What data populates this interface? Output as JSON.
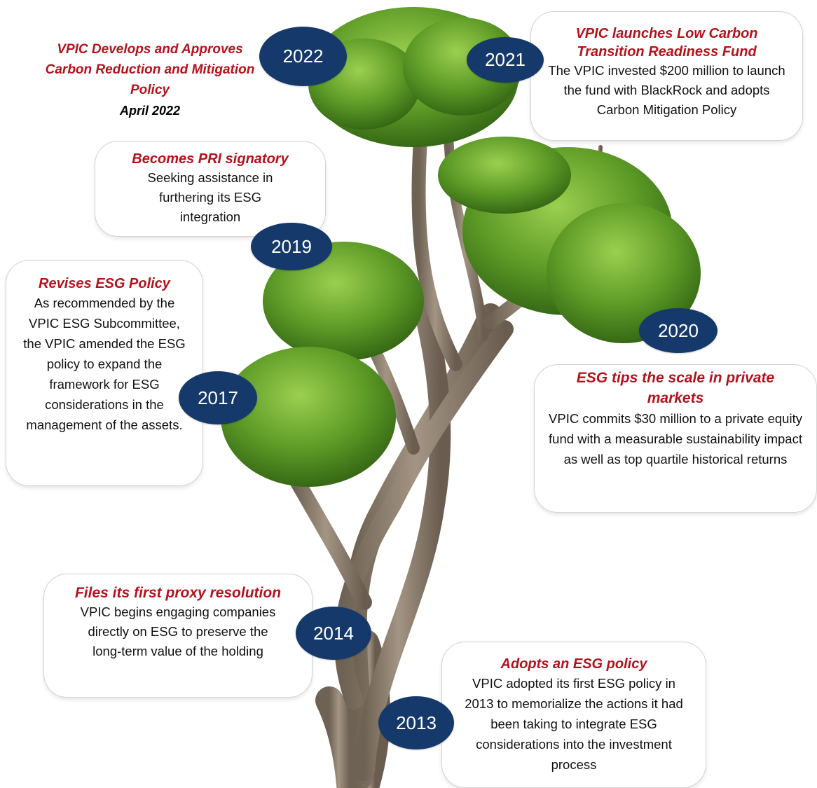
{
  "milestones": {
    "y2022": {
      "year": "2022",
      "title": "VPIC Develops and Approves Carbon Reduction and Mitigation Policy",
      "date": "April 2022"
    },
    "y2021": {
      "year": "2021",
      "title": "VPIC launches Low Carbon Transition Readiness Fund",
      "body": "The VPIC invested $200 million to launch the fund with BlackRock and adopts Carbon Mitigation Policy"
    },
    "y2019": {
      "year": "2019",
      "title": "Becomes PRI signatory",
      "body": "Seeking assistance in furthering its ESG integration"
    },
    "y2017": {
      "year": "2017",
      "title": "Revises ESG Policy",
      "body": "As recommended by the VPIC ESG Subcommittee, the VPIC amended the ESG policy to expand the framework for ESG considerations in the management of the assets."
    },
    "y2020": {
      "year": "2020",
      "title": "ESG tips the scale in private markets",
      "body": "VPIC commits $30 million to a private equity fund with a  measurable sustainability impact as well as top quartile historical returns"
    },
    "y2014": {
      "year": "2014",
      "title": "Files its first proxy resolution",
      "body": "VPIC begins engaging companies directly on ESG to preserve the long-term value of the holding"
    },
    "y2013": {
      "year": "2013",
      "title": "Adopts an ESG policy",
      "body": "VPIC adopted its first ESG policy in 2013 to memorialize the actions it had been taking to integrate ESG considerations into the investment process"
    }
  },
  "colors": {
    "title_red": "#b5121b",
    "year_badge": "#15396b",
    "trunk": "#8a7b6c",
    "foliage": "#4e8a1f"
  },
  "illustration": "tree-icon"
}
